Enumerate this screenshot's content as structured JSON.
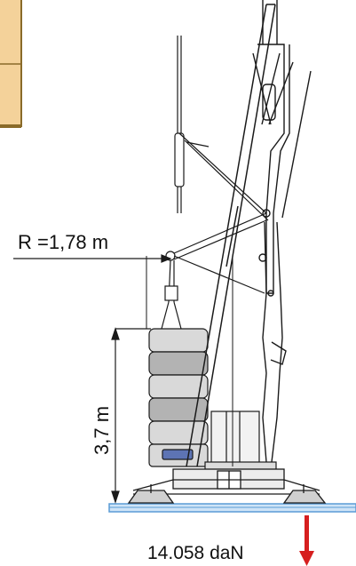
{
  "diagram": {
    "radius_label": "R =1,78 m",
    "height_label": "3,7 m",
    "force_label": "14.058 daN"
  },
  "colors": {
    "line": "#1a1a1a",
    "ground": "#5a9bd5",
    "ground_light": "#cfe4f7",
    "weight_light": "#d9d9d9",
    "weight_dark": "#b3b3b3",
    "panel": "#f4d29a",
    "panel_border": "#8a6b2a",
    "arrow": "#d61f1f",
    "plate": "#5d74b4"
  },
  "icons": {
    "force_arrow": "down-arrow-icon"
  }
}
